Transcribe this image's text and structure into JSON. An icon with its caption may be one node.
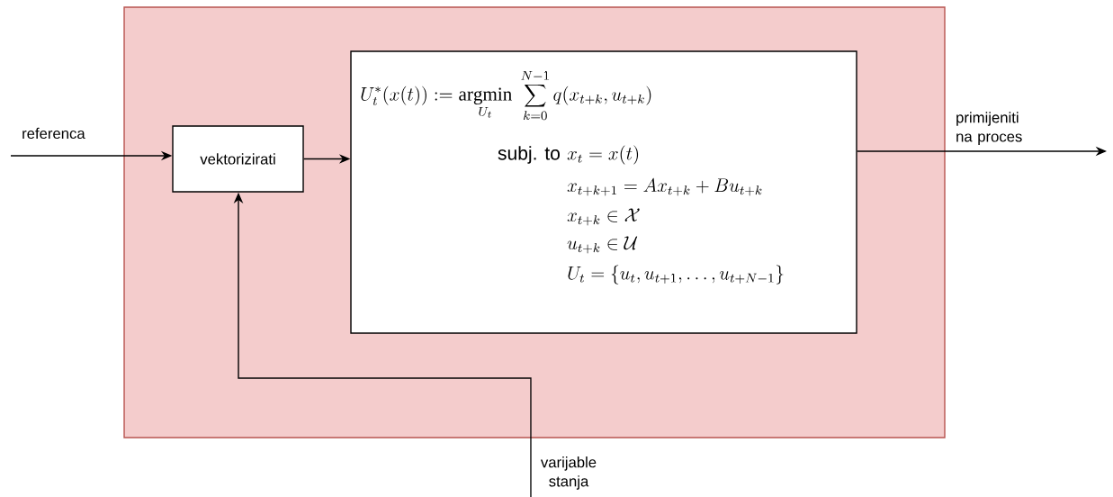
{
  "diagram": {
    "nodes": [
      {
        "text": [],
        "shape": "box"
      },
      {
        "text": [
          "vektorizirati"
        ],
        "in": 0
      },
      {
        "text": [
          "U_t^*(x(t)) := \\mathop{\\mathrm{argmin}}\\limits_{U_t} \\; \\sum_{k=0}^{N-1} q(x_{t+k},u_{t+k})",
          "subj. to",
          "x_t = x(t)",
          "x_{t+k+1} = Ax_{t+k} + Bu_{t+k}",
          "x_{t+k} \\in \\mathcal{X}",
          "u_{t+k} \\in \\mathcal{U}",
          "U_t = \\{u_t, u_{t+1}, \\ldots, u_{t+N-1}\\}"
        ],
        "in": 0
      }
    ],
    "edges": [
      {
        "from": null,
        "to": 1,
        "arrow": "to",
        "label": "referenca"
      },
      {
        "from": 1,
        "to": 2,
        "arrow": "to"
      },
      {
        "from": 2,
        "to": null,
        "arrow": "to",
        "label": "primijeniti na proces"
      },
      {
        "from": null,
        "to": 1,
        "arrow": "to",
        "label": "varijable stanja"
      }
    ]
  }
}
